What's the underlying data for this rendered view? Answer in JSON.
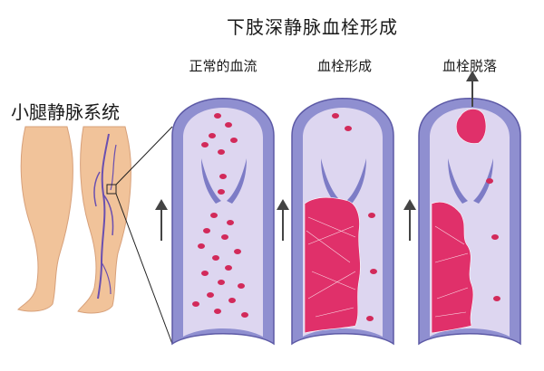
{
  "title": "下肢深静脉血栓形成",
  "left_label": "小腿静脉系统",
  "panels": [
    {
      "label": "正常的血流"
    },
    {
      "label": "血栓形成"
    },
    {
      "label": "血栓脱落"
    }
  ],
  "colors": {
    "vessel_wall": "#8f8fd0",
    "vessel_inner": "#ddd6f0",
    "vessel_edge": "#5d5aa6",
    "red_cell": "#d22a5a",
    "clot": "#e0306a",
    "skin": "#f1c39a",
    "vein": "#6a4fb0",
    "arrow": "#444444"
  }
}
